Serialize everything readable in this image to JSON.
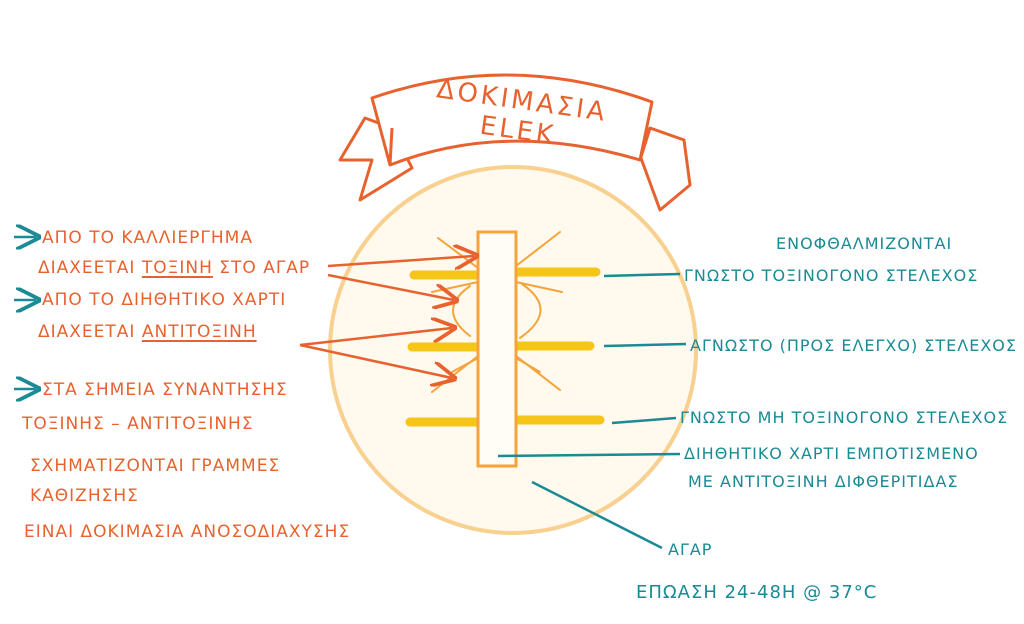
{
  "title": "ΔΟΚΙΜΑΣΙΑ ELEK",
  "colors": {
    "orange": "#e8622f",
    "teal": "#1a8a94",
    "yellow": "#f5c518",
    "agar_ring": "#f8d08f",
    "agar_fill": "#fff9ee"
  },
  "left_notes": {
    "n1_line1": "ΑΠΟ ΤΟ ΚΑΛΛΙΕΡΓΗΜΑ",
    "n1_line2_pre": "ΔΙΑΧΕΕΤΑΙ ",
    "n1_line2_u": "ΤΟΞΙΝΗ",
    "n1_line2_post": " ΣΤΟ ΑΓΑΡ",
    "n2_line1": "ΑΠΟ ΤΟ ΔΙΗΘΗΤΙΚΟ ΧΑΡΤΙ",
    "n2_line2_pre": "ΔΙΑΧΕΕΤΑΙ ",
    "n2_line2_u": "ΑΝΤΙΤΟΞΙΝΗ",
    "n3_line1": "ΣΤΑ ΣΗΜΕΙΑ ΣΥΝΑΝΤΗΣΗΣ",
    "n3_line2": "ΤΟΞΙΝΗΣ – ΑΝΤΙΤΟΞΙΝΗΣ",
    "n4_line1": "ΣΧΗΜΑΤΙΖΟΝΤΑΙ ΓΡΑΜΜΕΣ",
    "n4_line2": "ΚΑΘΙΖΗΣΗΣ",
    "n5_line1": "ΕΙΝΑΙ ΔΟΚΙΜΑΣΙΑ ΑΝΟΣΟΔΙΑΧΥΣΗΣ"
  },
  "right_labels": {
    "inoculated": "ΕΝΟΦΘΑΛΜΙΖΟΝΤΑΙ",
    "known_toxigenic": "ΓΝΩΣΤΟ ΤΟΞΙΝΟΓΟΝΟ ΣΤΕΛΕΧΟΣ",
    "unknown": "ΑΓΝΩΣΤΟ (ΠΡΟΣ ΕΛΕΓΧΟ) ΣΤΕΛΕΧΟΣ",
    "known_nontoxigenic": "ΓΝΩΣΤΟ ΜΗ ΤΟΞΙΝΟΓΟΝΟ ΣΤΕΛΕΧΟΣ",
    "filter_paper_1": "ΔΙΗΘΗΤΙΚΟ ΧΑΡΤΙ ΕΜΠΟΤΙΣΜΕΝΟ",
    "filter_paper_2": "ΜΕ ΑΝΤΙΤΟΞΙΝΗ ΔΙΦΘΕΡΙΤΙΔΑΣ",
    "agar": "ΑΓΑΡ",
    "incubation": "ΕΠΩΑΣΗ 24-48Η @ 37°C"
  }
}
